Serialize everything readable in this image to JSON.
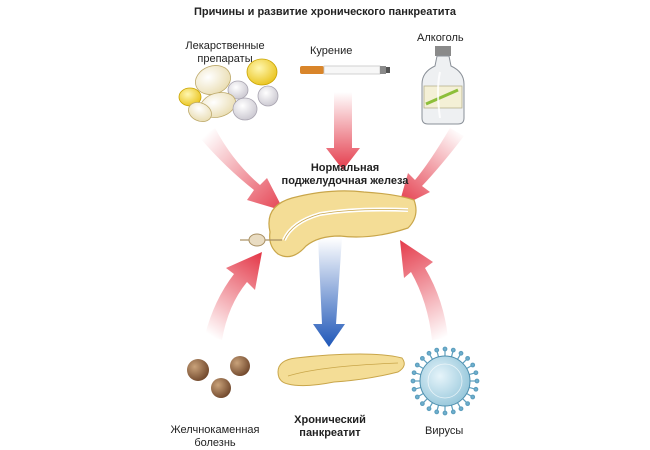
{
  "title": "Причины и развитие хронического панкреатита",
  "causes": {
    "drugs": {
      "line1": "Лекарственные",
      "line2": "препараты",
      "icon": "pills-icon"
    },
    "smoking": {
      "label": "Курение",
      "icon": "cigarette-icon"
    },
    "alcohol": {
      "label": "Алкоголь",
      "icon": "bottle-icon"
    },
    "gallstones": {
      "line1": "Желчнокаменная",
      "line2": "болезнь",
      "icon": "gallstones-icon"
    },
    "viruses": {
      "label": "Вирусы",
      "icon": "virus-icon"
    }
  },
  "center": {
    "line1": "Нормальная",
    "line2": "поджелудочная железа",
    "icon": "normal-pancreas-icon"
  },
  "result": {
    "line1": "Хронический",
    "line2": "панкреатит",
    "icon": "chronic-pancreas-icon"
  },
  "colors": {
    "cause_arrow": "#e43a4a",
    "result_arrow": "#1f57b8",
    "pancreas": "#f4dd96",
    "pancreas_outline": "#c9a64a"
  }
}
